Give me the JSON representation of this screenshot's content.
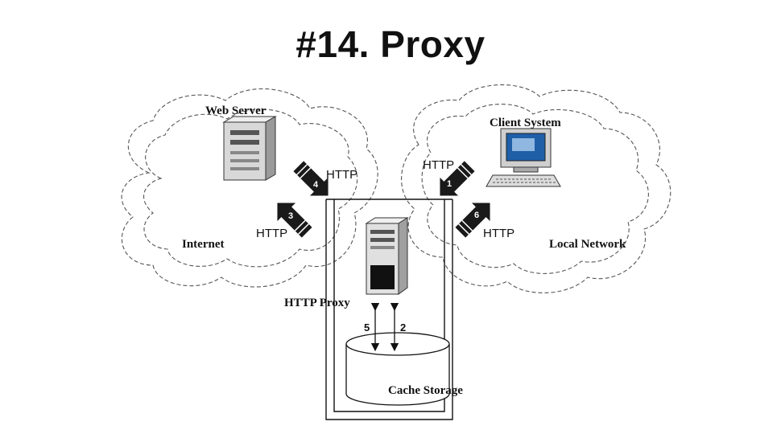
{
  "title": "#14. Proxy",
  "labels": {
    "web_server": "Web Server",
    "client_system": "Client System",
    "internet": "Internet",
    "local_network": "Local Network",
    "http_proxy": "HTTP Proxy",
    "cache_storage": "Cache Storage",
    "http": "HTTP"
  },
  "steps": {
    "s1": "1",
    "s2": "2",
    "s3": "3",
    "s4": "4",
    "s5": "5",
    "s6": "6"
  },
  "colors": {
    "arrow": "#1a1a1a",
    "cloud_outline": "#555555",
    "screen": "#1f5fa8"
  }
}
